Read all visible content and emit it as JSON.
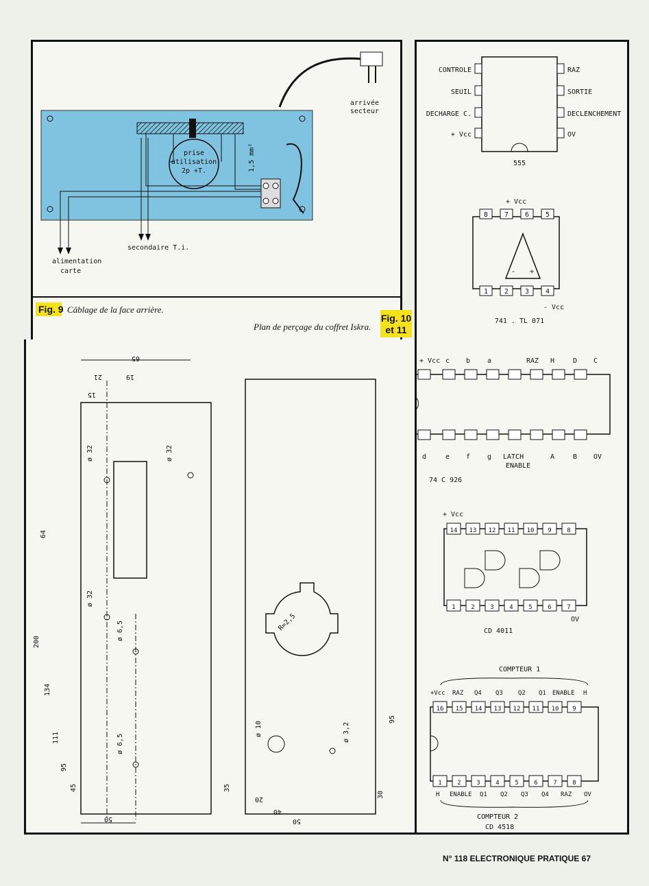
{
  "fig9": {
    "badge": "Fig. 9",
    "caption": "Câblage de la face arrière.",
    "arrivee_secteur": [
      "arrivée",
      "secteur"
    ],
    "prise": [
      "prise",
      "utilisation",
      "2p +T."
    ],
    "wire_section": "1,5 mm²",
    "secondaire": "secondaire T.i.",
    "alimentation": [
      "alimentation",
      "carte"
    ]
  },
  "fig10": {
    "badge": [
      "Fig. 10",
      "et 11"
    ],
    "caption": "Plan de perçage du coffret Iskra.",
    "dims_left": [
      "65",
      "21",
      "19",
      "15",
      "ø 32",
      "ø 32",
      "64",
      "ø 32",
      "ø 6,5",
      "ø 6,5",
      "200",
      "134",
      "111",
      "95",
      "45",
      "50"
    ],
    "dims_right": [
      "R=2,5",
      "ø 10",
      "ø 3,2",
      "95",
      "35",
      "30",
      "20",
      "40",
      "50"
    ]
  },
  "ic555": {
    "name": "555",
    "left": [
      "CONTROLE",
      "SEUIL",
      "DECHARGE  C.",
      "+ Vcc"
    ],
    "right": [
      "RAZ",
      "SORTIE",
      "DECLENCHEMENT",
      "OV"
    ]
  },
  "ic741": {
    "name": "741 . TL 071",
    "vcc": "+ Vcc",
    "vee": "- Vcc",
    "top_pins": [
      "8",
      "7",
      "6",
      "5"
    ],
    "bottom_pins": [
      "1",
      "2",
      "3",
      "4"
    ],
    "minus": "-",
    "plus": "+"
  },
  "ic74c926": {
    "name": "74 C 926",
    "top": [
      "+ Vcc",
      "c",
      "b",
      "a",
      "RAZ",
      "H",
      "D",
      "C"
    ],
    "bottom": [
      "d",
      "e",
      "f",
      "g",
      "LATCH",
      "A",
      "B",
      "OV"
    ],
    "enable": "ENABLE"
  },
  "ic4011": {
    "name": "CD 4011",
    "vcc": "+ Vcc",
    "ov": "OV",
    "top_pins": [
      "14",
      "13",
      "12",
      "11",
      "10",
      "9",
      "8"
    ],
    "bottom_pins": [
      "1",
      "2",
      "3",
      "4",
      "5",
      "6",
      "7"
    ]
  },
  "ic4518": {
    "name": "CD 4518",
    "compteur1": "COMPTEUR 1",
    "compteur2": "COMPTEUR 2",
    "top_labels": [
      "+Vcc",
      "RAZ",
      "Q4",
      "Q3",
      "Q2",
      "Q1",
      "ENABLE",
      "H"
    ],
    "bottom_labels": [
      "H",
      "ENABLE",
      "Q1",
      "Q2",
      "Q3",
      "Q4",
      "RAZ",
      "OV"
    ],
    "top_pins": [
      "16",
      "15",
      "14",
      "13",
      "12",
      "11",
      "10",
      "9"
    ],
    "bottom_pins": [
      "1",
      "2",
      "3",
      "4",
      "5",
      "6",
      "7",
      "8"
    ]
  },
  "footer": "N° 118 ELECTRONIQUE PRATIQUE 67",
  "colors": {
    "panel_blue": "#7fc3e0",
    "badge_yellow": "#f6e21a"
  }
}
